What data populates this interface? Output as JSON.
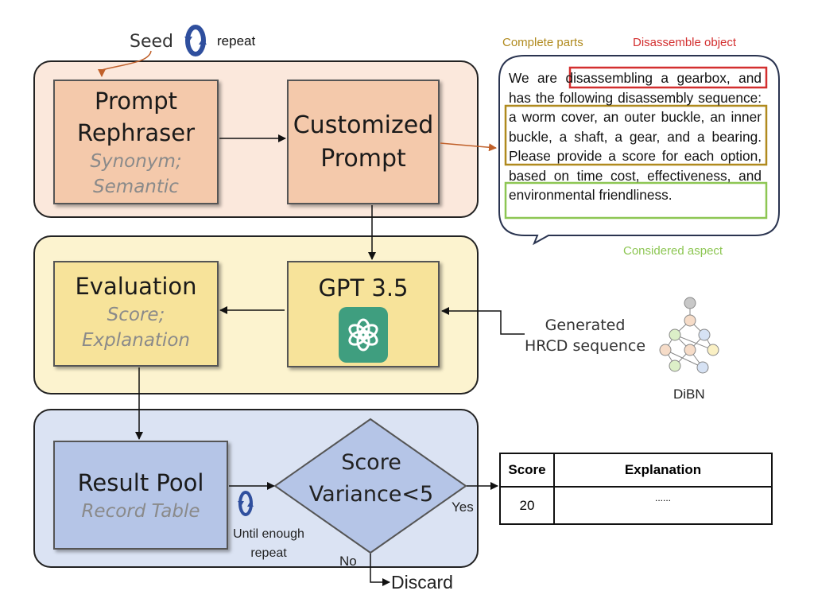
{
  "seed": {
    "seed_label": "Seed",
    "repeat_label": "repeat"
  },
  "colors": {
    "panel1_bg": "#fbe8dc",
    "box1_bg": "#f4c9ab",
    "panel2_bg": "#fcf3cf",
    "box2_bg": "#f7e39a",
    "panel3_bg": "#dbe3f3",
    "box3_bg": "#b5c5e7",
    "gpt_icon_bg": "#3f9e7f",
    "complete_parts": "#b08a1e",
    "disassemble_object": "#d32f2f",
    "considered_aspect": "#8dc653"
  },
  "stage1": {
    "rephraser": {
      "title_line1": "Prompt",
      "title_line2": "Rephraser",
      "sub_line1": "Synonym;",
      "sub_line2": "Semantic"
    },
    "customized": {
      "title_line1": "Customized",
      "title_line2": "Prompt"
    }
  },
  "stage2": {
    "evaluation": {
      "title": "Evaluation",
      "sub_line1": "Score;",
      "sub_line2": "Explanation"
    },
    "gpt": {
      "title": "GPT 3.5",
      "icon": "openai-logo-icon"
    },
    "input_label_line1": "Generated",
    "input_label_line2": "HRCD sequence",
    "dibn_label": "DiBN"
  },
  "stage3": {
    "result_pool": {
      "title": "Result Pool",
      "sub": "Record Table"
    },
    "decision": {
      "line1": "Score",
      "line2": "Variance<5"
    },
    "loop_label_line1": "Until enough",
    "loop_label_line2": "repeat",
    "yes_label": "Yes",
    "no_label": "No",
    "discard_label": "Discard"
  },
  "prompt_example": {
    "legend_complete_parts": "Complete parts",
    "legend_disassemble_object": "Disassemble object",
    "legend_considered_aspect": "Considered aspect",
    "text_before": "We are ",
    "object_phrase": "disassembling a gearbox,",
    "text_mid1": " and has the following disassembly ",
    "parts_phrase": "sequence: a worm cover, an outer buckle, an inner buckle, a shaft, a gear, and a bearing. Please provide",
    "text_mid2": " a score for each option, based on ",
    "aspect_phrase": "time cost, effectiveness, and environmental friendliness."
  },
  "result_table": {
    "headers": [
      "Score",
      "Explanation"
    ],
    "rows": [
      [
        "20",
        "......"
      ]
    ]
  }
}
